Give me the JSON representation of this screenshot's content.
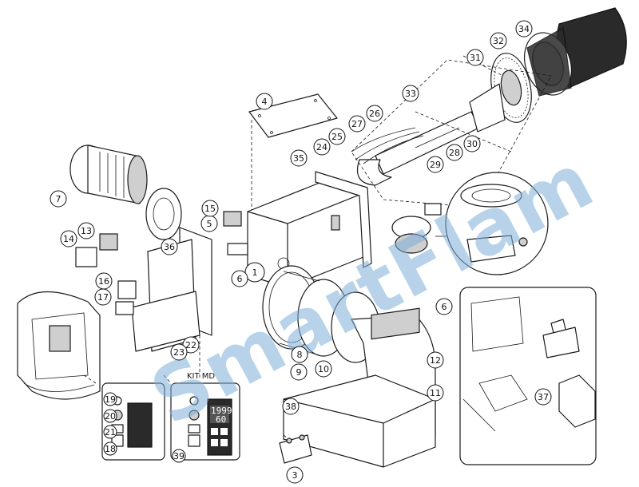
{
  "watermark": "SmartFlam",
  "kit_panel_title": "KIT MD",
  "display_readout": [
    "1999",
    "60"
  ],
  "labels": [
    "1",
    "3",
    "4",
    "5",
    "6",
    "6",
    "7",
    "8",
    "9",
    "10",
    "11",
    "12",
    "13",
    "14",
    "15",
    "16",
    "17",
    "18",
    "19",
    "20",
    "21",
    "22",
    "23",
    "24",
    "25",
    "26",
    "27",
    "28",
    "29",
    "30",
    "31",
    "32",
    "33",
    "34",
    "35",
    "36",
    "37",
    "38",
    "39"
  ]
}
